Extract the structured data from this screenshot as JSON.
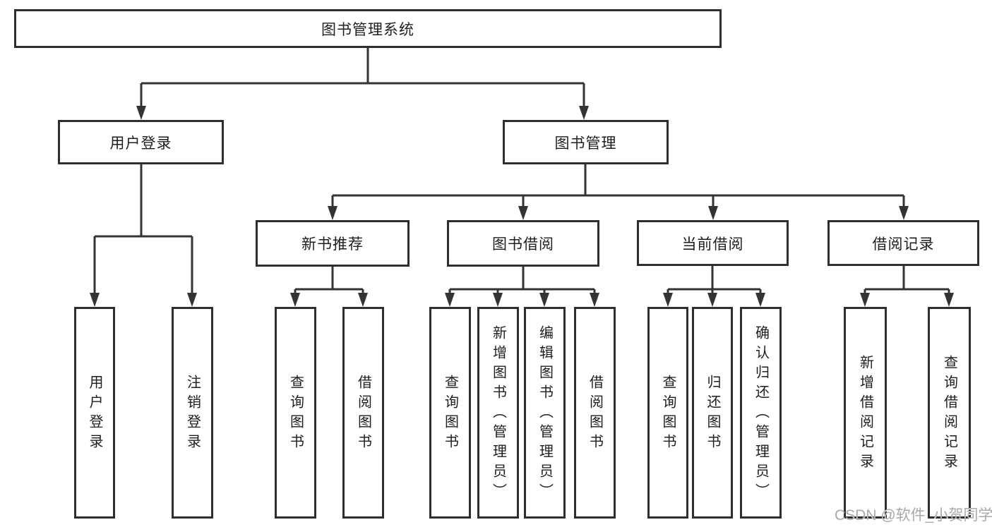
{
  "diagram": {
    "title": "图书管理系统",
    "colors": {
      "line": "#333333",
      "box_border": "#2e2e2e",
      "text": "#1e1e1e",
      "watermark": "#a9a9a9",
      "background": "#ffffff"
    },
    "nodes": {
      "root": "图书管理系统",
      "user_login": "用户登录",
      "book_mgmt": "图书管理",
      "new_book": "新书推荐",
      "book_borrow": "图书借阅",
      "current_borrow": "当前借阅",
      "borrow_records": "借阅记录",
      "leaf_user_login": "用户登录",
      "leaf_logout": "注销登录",
      "leaf_newbook_query": "查询图书",
      "leaf_newbook_borrow": "借阅图书",
      "leaf_borrow_query": "查询图书",
      "leaf_borrow_add": "新增图书（管理员）",
      "leaf_borrow_edit": "编辑图书（管理员）",
      "leaf_borrow_borrow": "借阅图书",
      "leaf_current_query": "查询图书",
      "leaf_current_return": "归还图书",
      "leaf_current_confirm": "确认归还（管理员）",
      "leaf_records_add": "新增借阅记录",
      "leaf_records_query": "查询借阅记录"
    },
    "watermark": "CSDN @软件_小贺同学"
  }
}
